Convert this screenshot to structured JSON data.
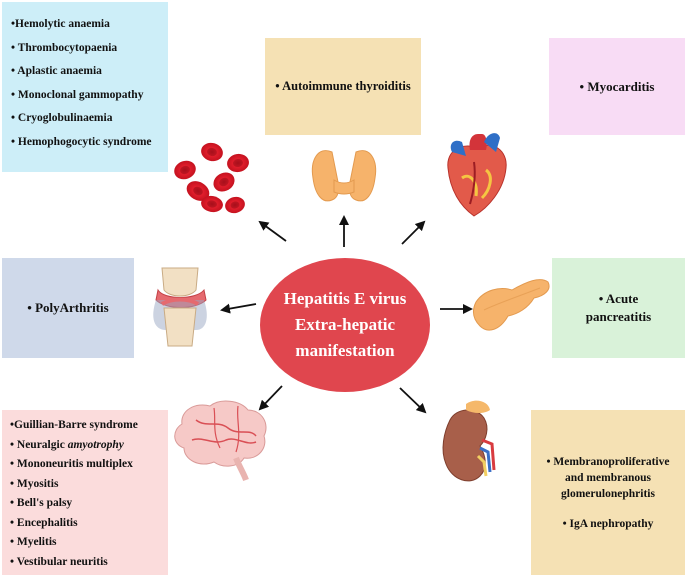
{
  "center": {
    "lines": [
      "Hepatitis E virus",
      "Extra-hepatic",
      "manifestation"
    ],
    "color": "#e0464e"
  },
  "hematologic": {
    "color": "#cdeef8",
    "items": [
      "•Hemolytic anaemia",
      "• Thrombocytopaenia",
      "• Aplastic anaemia",
      "• Monoclonal gammopathy",
      "• Cryoglobulinaemia",
      "• Hemophogocytic syndrome"
    ]
  },
  "thyroid": {
    "color": "#f5e1b4",
    "text": "• Autoimmune thyroiditis"
  },
  "cardiac": {
    "color": "#f8dcf5",
    "text": "• Myocarditis"
  },
  "joint": {
    "color": "#cfd9ea",
    "text": "• PolyArthritis"
  },
  "pancreas": {
    "color": "#d9f2d9",
    "line1": "• Acute",
    "line2": "pancreatitis"
  },
  "neuro": {
    "color": "#fbdcdc",
    "items": [
      "•Guillian-Barre syndrome",
      "• Neuralgic ",
      "• Mononeuritis multiplex",
      "• Myositis",
      "• Bell's palsy",
      "• Encephalitis",
      "• Myelitis",
      "• Vestibular neuritis"
    ],
    "italic_suffix": "amyotrophy"
  },
  "renal": {
    "color": "#f5e1b4",
    "line1": "• Membranoproliferative",
    "line2": "and membranous",
    "line3": "glomerulonephritis",
    "line4": "• IgA nephropathy"
  },
  "icons": [
    "red-blood-cells-icon",
    "thyroid-icon",
    "heart-icon",
    "knee-joint-icon",
    "pancreas-icon",
    "brain-icon",
    "kidney-icon"
  ]
}
